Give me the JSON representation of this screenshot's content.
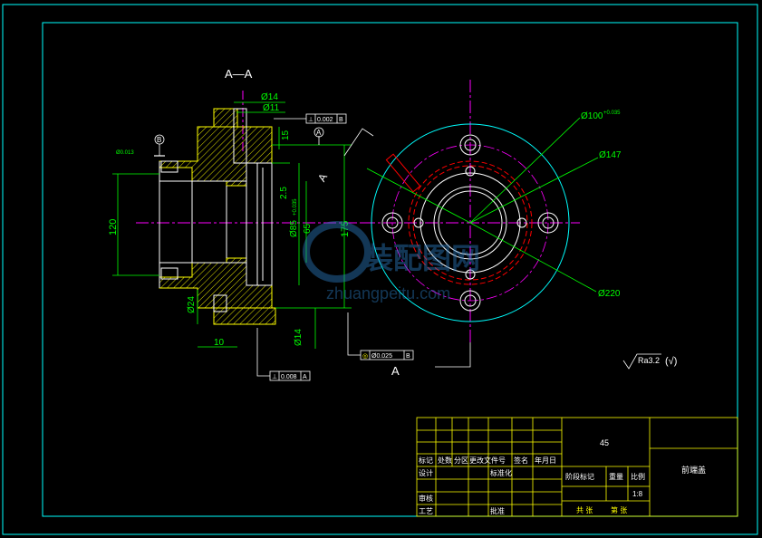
{
  "section_view": {
    "title": "A—A",
    "dims": {
      "d14_top": "Ø14",
      "d11": "Ø11",
      "d15": "15",
      "d2_5": "2.5",
      "d85": "Ø85",
      "d85_tol": "+0.035",
      "d65": "65",
      "d120": "120",
      "d24": "Ø24",
      "d10": "10",
      "d14_bottom": "Ø14",
      "d175": "175"
    },
    "tolerance_frames": {
      "perp_top": [
        "⊥",
        "0.002",
        "B"
      ],
      "perp_bottom": [
        "⊥",
        "0.008",
        "A"
      ],
      "position": [
        "◎",
        "Ø0.025",
        "B"
      ]
    },
    "datum_a": "A",
    "datum_b": "B",
    "note_left": "Ø0.013"
  },
  "front_view": {
    "dims": {
      "d100": "Ø100",
      "d100_tol": "+0.035",
      "d147": "Ø147",
      "d220": "Ø220"
    },
    "view_letter": "A",
    "section_letter": "A"
  },
  "roughness": {
    "value": "Ra3.2",
    "bracket": "(√)"
  },
  "title_block": {
    "material": "45",
    "part_name": "前端盖",
    "headers": [
      "标记",
      "处数",
      "分区",
      "更改文件号",
      "签名",
      "年月日"
    ],
    "row_design": [
      "设计",
      "",
      "",
      "标准化",
      "",
      ""
    ],
    "row_review": [
      "审核"
    ],
    "row_process": [
      "工艺",
      "",
      "",
      "批准"
    ],
    "labels": {
      "stage": "阶段标记",
      "weight": "重量",
      "scale": "比例",
      "scale_value": "1:8",
      "sheets_total": "共  张",
      "sheet_no": "第  张"
    }
  },
  "watermark": {
    "cn": "装配图网",
    "url": "zhuangpeitu.com"
  }
}
